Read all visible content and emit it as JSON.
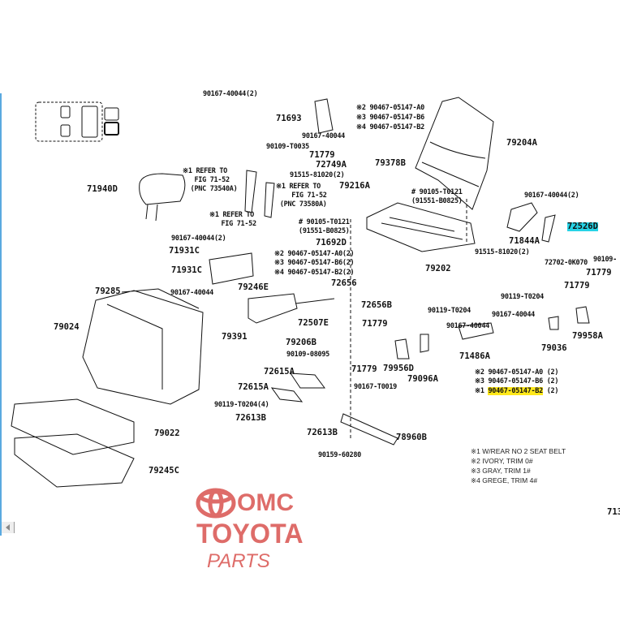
{
  "labels": [
    "90167-40044(2)",
    "71693",
    "※2 90467-05147-A0",
    "※3 90467-05147-B6",
    "※4 90467-05147-B2",
    "90167-40044",
    "90109-T0035",
    "71779",
    "72749A",
    "79378B",
    "91515-81020(2)",
    "79216A",
    "※1 REFER TO\n   FIG 71-52\n  (PNC 73540A)",
    "※1 REFER TO\n    FIG 71-52\n (PNC 73580A)",
    "※1 REFER TO\n   FIG 71-52",
    "71940D",
    "79204A",
    "# 90105-T0121\n(91551-B0825)",
    "90167-40044(2)",
    "72526D",
    "# 90105-T0121\n(91551-B0825)",
    "90167-40044(2)",
    "71692D",
    "71844A",
    "91515-81020(2)",
    "※2 90467-05147-A0(2)",
    "※3 90467-05147-B6(2)",
    "※4 90467-05147-B2(2)",
    "71931C",
    "71931C",
    "79246E",
    "72702-0K070",
    "90109-",
    "79202",
    "79285",
    "90167-40044",
    "72656",
    "71779",
    "71779",
    "90119-T0204",
    "72656B",
    "90119-T0204",
    "90167-40044",
    "79024",
    "79391",
    "72507E",
    "90167-40044",
    "79036",
    "79958A",
    "71779",
    "79206B",
    "90109-08095",
    "71486A",
    "71779",
    "79956D",
    "79096A",
    "90167-T0019",
    "※2 90467-05147-A0 (2)",
    "※3 90467-05147-B6 (2)",
    "※1 ",
    "90467-05147-B2",
    " (2)",
    "72615A",
    "72615A",
    "90119-T0204(4)",
    "72613B",
    "72613B",
    "78960B",
    "79022",
    "90159-60280",
    "79245C",
    "713"
  ],
  "legend": [
    "※1 W/REAR NO 2 SEAT BELT",
    "※2 IVORY, TRIM 0#",
    "※3 GRAY, TRIM 1#",
    "※4 GREGE, TRIM 4#"
  ],
  "watermark": {
    "line1": "OMC",
    "line2": "TOYOTA",
    "line3": "PARTS"
  },
  "colors": {
    "highlight_cyan": "#27d3e6",
    "highlight_yellow": "#ffe81a",
    "watermark": "#d9534f"
  }
}
